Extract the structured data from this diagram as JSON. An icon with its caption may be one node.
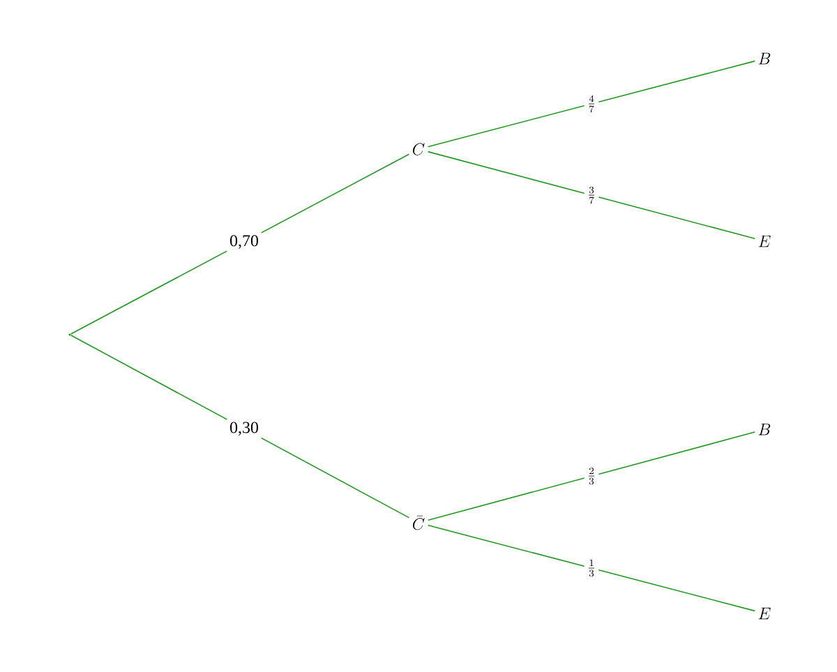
{
  "diagram": {
    "nodes": [
      {
        "text": [],
        "shape": "point"
      },
      {
        "text": [
          "C"
        ]
      },
      {
        "text": [
          "\\bar{C}"
        ]
      },
      {
        "text": [
          "B"
        ]
      },
      {
        "text": [
          "E"
        ]
      },
      {
        "text": [
          "B"
        ]
      },
      {
        "text": [
          "E"
        ]
      }
    ],
    "edges": [
      {
        "from": 0,
        "to": 1,
        "arrow": "none",
        "label": "0,70"
      },
      {
        "from": 0,
        "to": 2,
        "arrow": "none",
        "label": "0,30"
      },
      {
        "from": 1,
        "to": 3,
        "arrow": "none",
        "label": "\\frac{4}{7}"
      },
      {
        "from": 1,
        "to": 4,
        "arrow": "none",
        "label": "\\frac{3}{7}"
      },
      {
        "from": 2,
        "to": 5,
        "arrow": "none",
        "label": "\\frac{2}{3}"
      },
      {
        "from": 2,
        "to": 6,
        "arrow": "none",
        "label": "\\frac{1}{3}"
      }
    ]
  }
}
